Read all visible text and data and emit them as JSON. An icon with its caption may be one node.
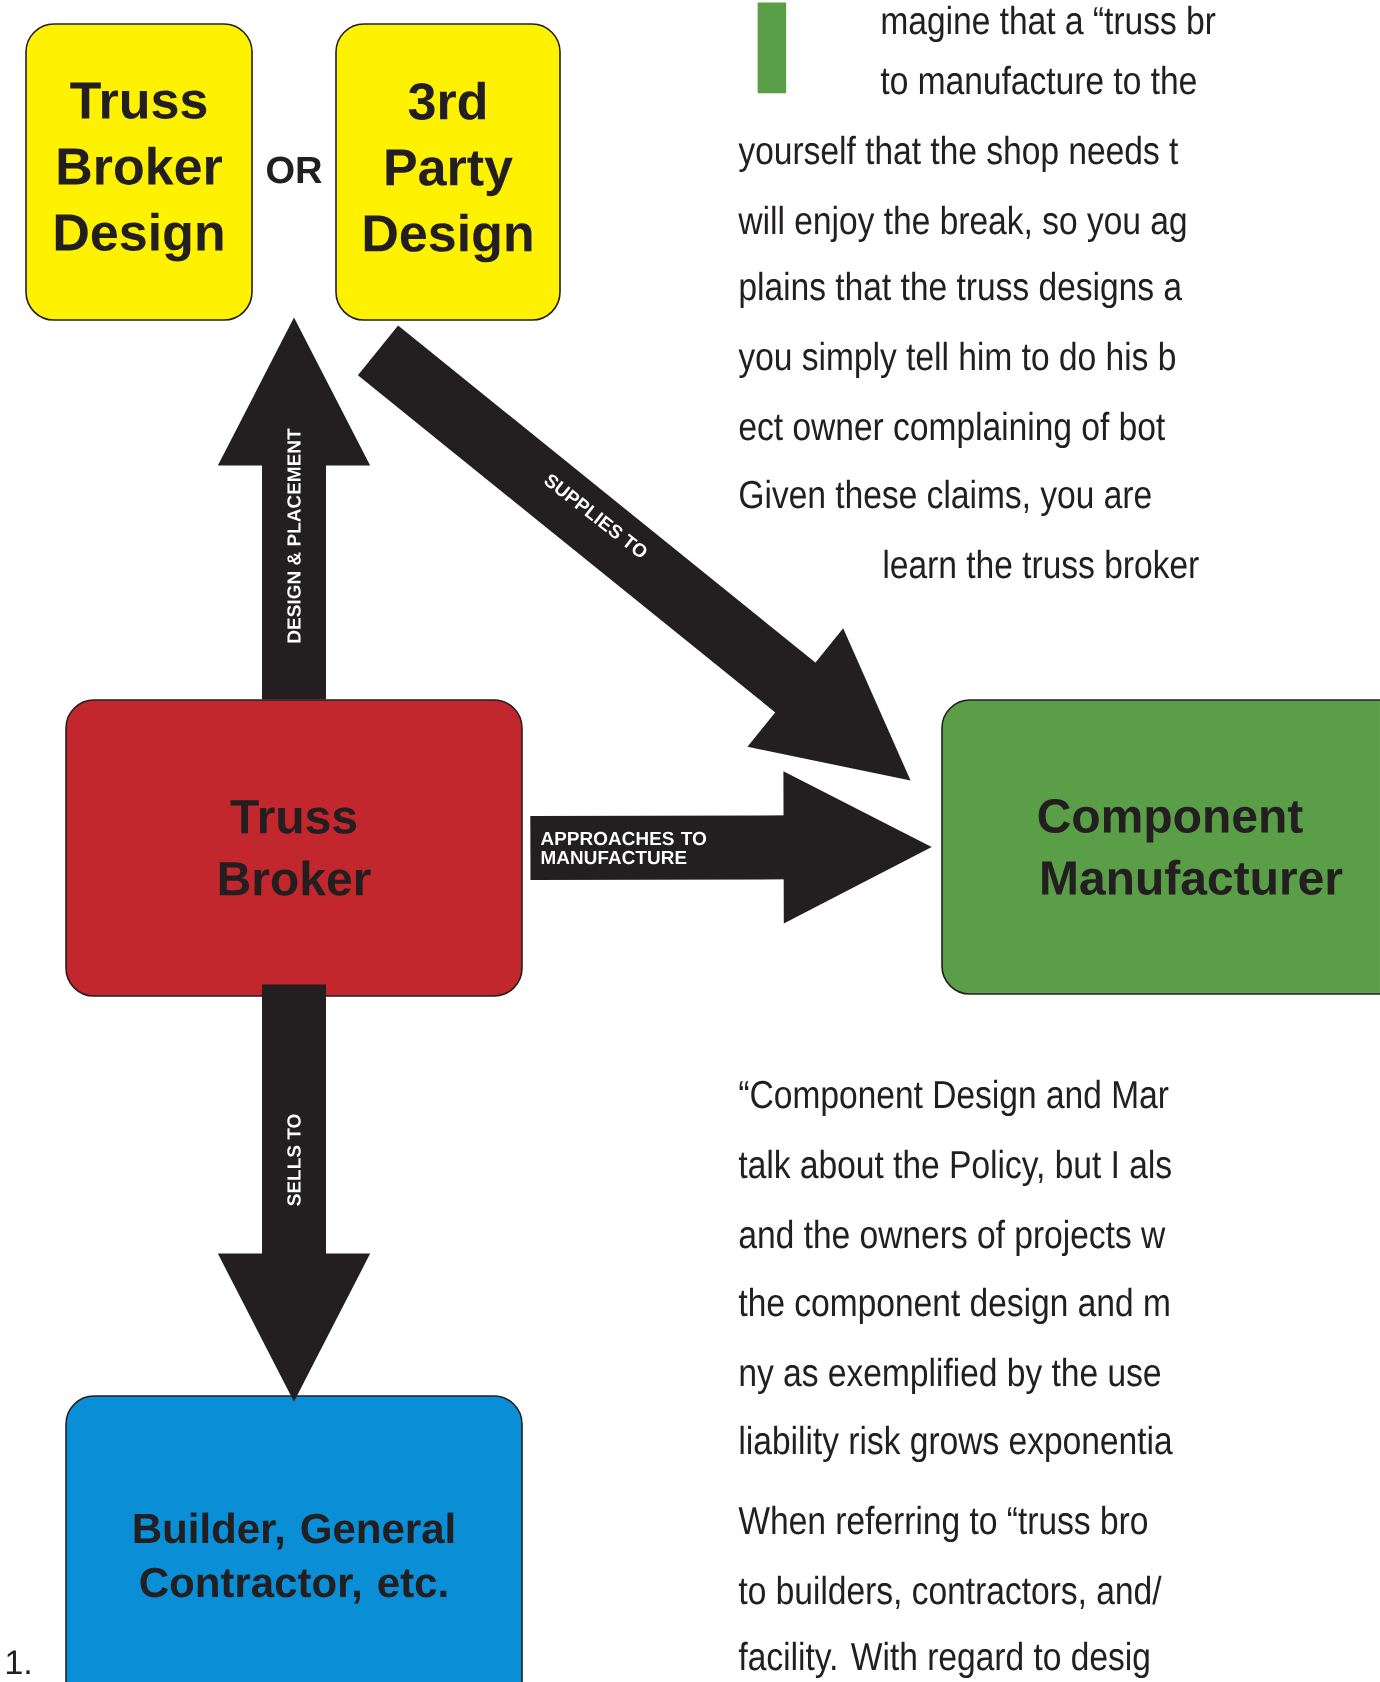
{
  "diagram": {
    "nodes": [
      {
        "text": [
          "Truss Broker Design"
        ]
      },
      {
        "text": [
          "3rd Party Design"
        ]
      },
      {
        "text": [
          "Truss Broker"
        ]
      },
      {
        "text": [
          "Component Manufacturer"
        ]
      },
      {
        "text": [
          "Builder, General Contractor, etc."
        ]
      }
    ],
    "edges": [
      {
        "from": 2,
        "to": null,
        "arrow": "to",
        "label": "DESIGN & PLACEMENT"
      },
      {
        "from": 1,
        "to": 3,
        "arrow": "to",
        "label": "SUPPLIES TO"
      },
      {
        "from": 2,
        "to": 3,
        "arrow": "to",
        "label": "APPROACHES TO MANUFACTURE"
      },
      {
        "from": 2,
        "to": 4,
        "arrow": "to",
        "label": "SELLS TO"
      }
    ],
    "labels": [
      "OR",
      "I",
      "magine that a “truss br",
      "to manufacture to the",
      "yourself that the shop needs t",
      "will enjoy the break, so you ag",
      "plains that the truss designs a",
      "you simply tell him to do his b",
      "ect owner complaining of bot",
      "Given these claims, you are",
      "learn the truss broker",
      "“Component Design and Mar",
      "talk about the Policy, but I als",
      "and the owners of projects w",
      "the component design and m",
      "ny as exemplified by the use",
      "liability risk grows exponentia",
      "When referring to “truss bro",
      "to builders, contractors, and/",
      "facility. With regard to desig",
      "1."
    ]
  }
}
